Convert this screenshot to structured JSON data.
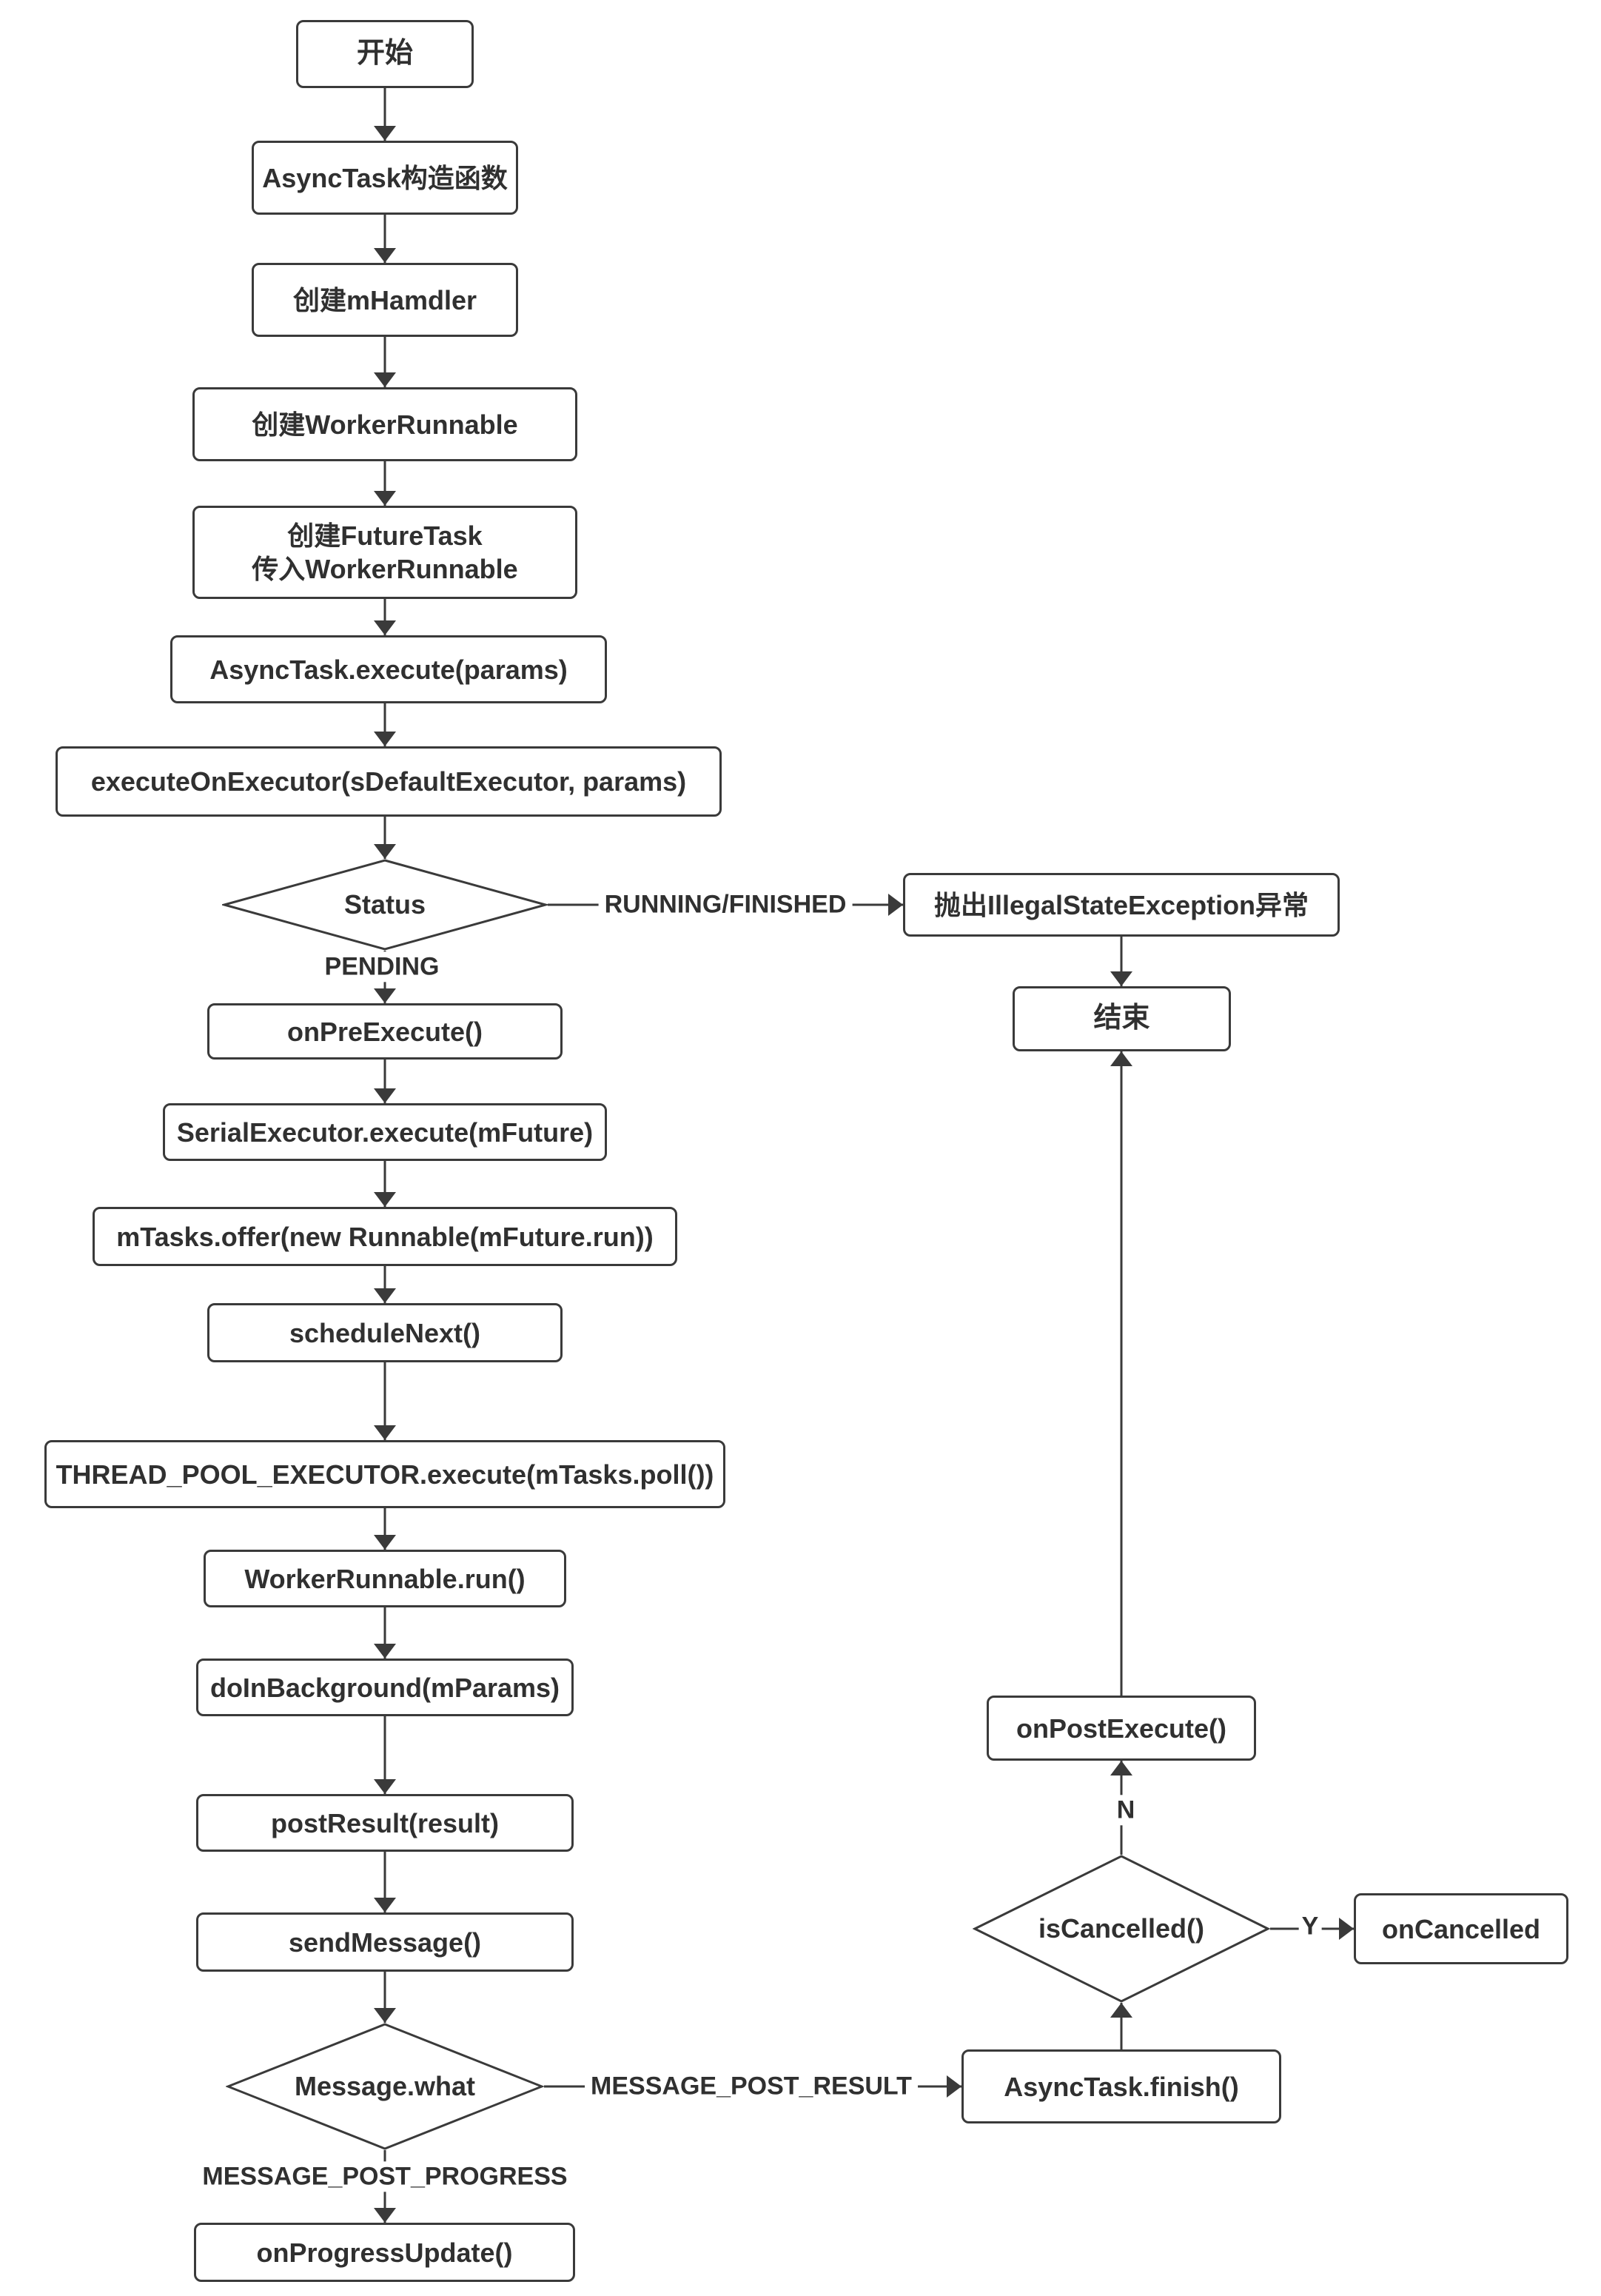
{
  "diagram": {
    "title_hint": "AsyncTask execution flowchart",
    "colors": {
      "background": "#ffffff",
      "line": "#3a3a3a",
      "box_border": "#3a3a3a",
      "box_fill": "#ffffff",
      "text": "#303030"
    },
    "nodes": {
      "start": {
        "label": "开始",
        "shape": "rect"
      },
      "constructor": {
        "label": "AsyncTask构造函数",
        "shape": "rect"
      },
      "create_mhandler": {
        "label": "创建mHamdler",
        "shape": "rect"
      },
      "create_worker_runnable": {
        "label": "创建WorkerRunnable",
        "shape": "rect"
      },
      "create_future_task": {
        "label": "创建FutureTask",
        "label2": "传入WorkerRunnable",
        "shape": "rect"
      },
      "execute": {
        "label": "AsyncTask.execute(params)",
        "shape": "rect"
      },
      "execute_on_executor": {
        "label": "executeOnExecutor(sDefaultExecutor, params)",
        "shape": "rect"
      },
      "status": {
        "label": "Status",
        "shape": "diamond"
      },
      "throw_exception": {
        "label": "抛出IllegalStateException异常",
        "shape": "rect"
      },
      "end": {
        "label": "结束",
        "shape": "rect"
      },
      "on_pre_execute": {
        "label": "onPreExecute()",
        "shape": "rect"
      },
      "serial_executor_execute": {
        "label": "SerialExecutor.execute(mFuture)",
        "shape": "rect"
      },
      "mtasks_offer": {
        "label": "mTasks.offer(new Runnable(mFuture.run))",
        "shape": "rect"
      },
      "schedule_next": {
        "label": "scheduleNext()",
        "shape": "rect"
      },
      "thread_pool_execute": {
        "label": "THREAD_POOL_EXECUTOR.execute(mTasks.poll())",
        "shape": "rect"
      },
      "worker_runnable_run": {
        "label": "WorkerRunnable.run()",
        "shape": "rect"
      },
      "do_in_background": {
        "label": "doInBackground(mParams)",
        "shape": "rect"
      },
      "post_result": {
        "label": "postResult(result)",
        "shape": "rect"
      },
      "send_message": {
        "label": "sendMessage()",
        "shape": "rect"
      },
      "message_what": {
        "label": "Message.what",
        "shape": "diamond"
      },
      "on_progress_update": {
        "label": "onProgressUpdate()",
        "shape": "rect"
      },
      "async_task_finish": {
        "label": "AsyncTask.finish()",
        "shape": "rect"
      },
      "is_cancelled": {
        "label": "isCancelled()",
        "shape": "diamond"
      },
      "on_cancelled": {
        "label": "onCancelled",
        "shape": "rect"
      },
      "on_post_execute": {
        "label": "onPostExecute()",
        "shape": "rect"
      }
    },
    "edge_labels": {
      "running_finished": "RUNNING/FINISHED",
      "pending": "PENDING",
      "message_post_result": "MESSAGE_POST_RESULT",
      "message_post_progress": "MESSAGE_POST_PROGRESS",
      "n": "N",
      "y": "Y"
    },
    "edges": [
      {
        "from": "start",
        "to": "constructor",
        "label": ""
      },
      {
        "from": "constructor",
        "to": "create_mhandler",
        "label": ""
      },
      {
        "from": "create_mhandler",
        "to": "create_worker_runnable",
        "label": ""
      },
      {
        "from": "create_worker_runnable",
        "to": "create_future_task",
        "label": ""
      },
      {
        "from": "create_future_task",
        "to": "execute",
        "label": ""
      },
      {
        "from": "execute",
        "to": "execute_on_executor",
        "label": ""
      },
      {
        "from": "execute_on_executor",
        "to": "status",
        "label": ""
      },
      {
        "from": "status",
        "to": "throw_exception",
        "label": "RUNNING/FINISHED"
      },
      {
        "from": "status",
        "to": "on_pre_execute",
        "label": "PENDING"
      },
      {
        "from": "throw_exception",
        "to": "end",
        "label": ""
      },
      {
        "from": "on_pre_execute",
        "to": "serial_executor_execute",
        "label": ""
      },
      {
        "from": "serial_executor_execute",
        "to": "mtasks_offer",
        "label": ""
      },
      {
        "from": "mtasks_offer",
        "to": "schedule_next",
        "label": ""
      },
      {
        "from": "schedule_next",
        "to": "thread_pool_execute",
        "label": ""
      },
      {
        "from": "thread_pool_execute",
        "to": "worker_runnable_run",
        "label": ""
      },
      {
        "from": "worker_runnable_run",
        "to": "do_in_background",
        "label": ""
      },
      {
        "from": "do_in_background",
        "to": "post_result",
        "label": ""
      },
      {
        "from": "post_result",
        "to": "send_message",
        "label": ""
      },
      {
        "from": "send_message",
        "to": "message_what",
        "label": ""
      },
      {
        "from": "message_what",
        "to": "on_progress_update",
        "label": "MESSAGE_POST_PROGRESS"
      },
      {
        "from": "message_what",
        "to": "async_task_finish",
        "label": "MESSAGE_POST_RESULT"
      },
      {
        "from": "async_task_finish",
        "to": "is_cancelled",
        "label": ""
      },
      {
        "from": "is_cancelled",
        "to": "on_cancelled",
        "label": "Y"
      },
      {
        "from": "is_cancelled",
        "to": "on_post_execute",
        "label": "N"
      },
      {
        "from": "on_post_execute",
        "to": "end",
        "label": ""
      }
    ]
  }
}
